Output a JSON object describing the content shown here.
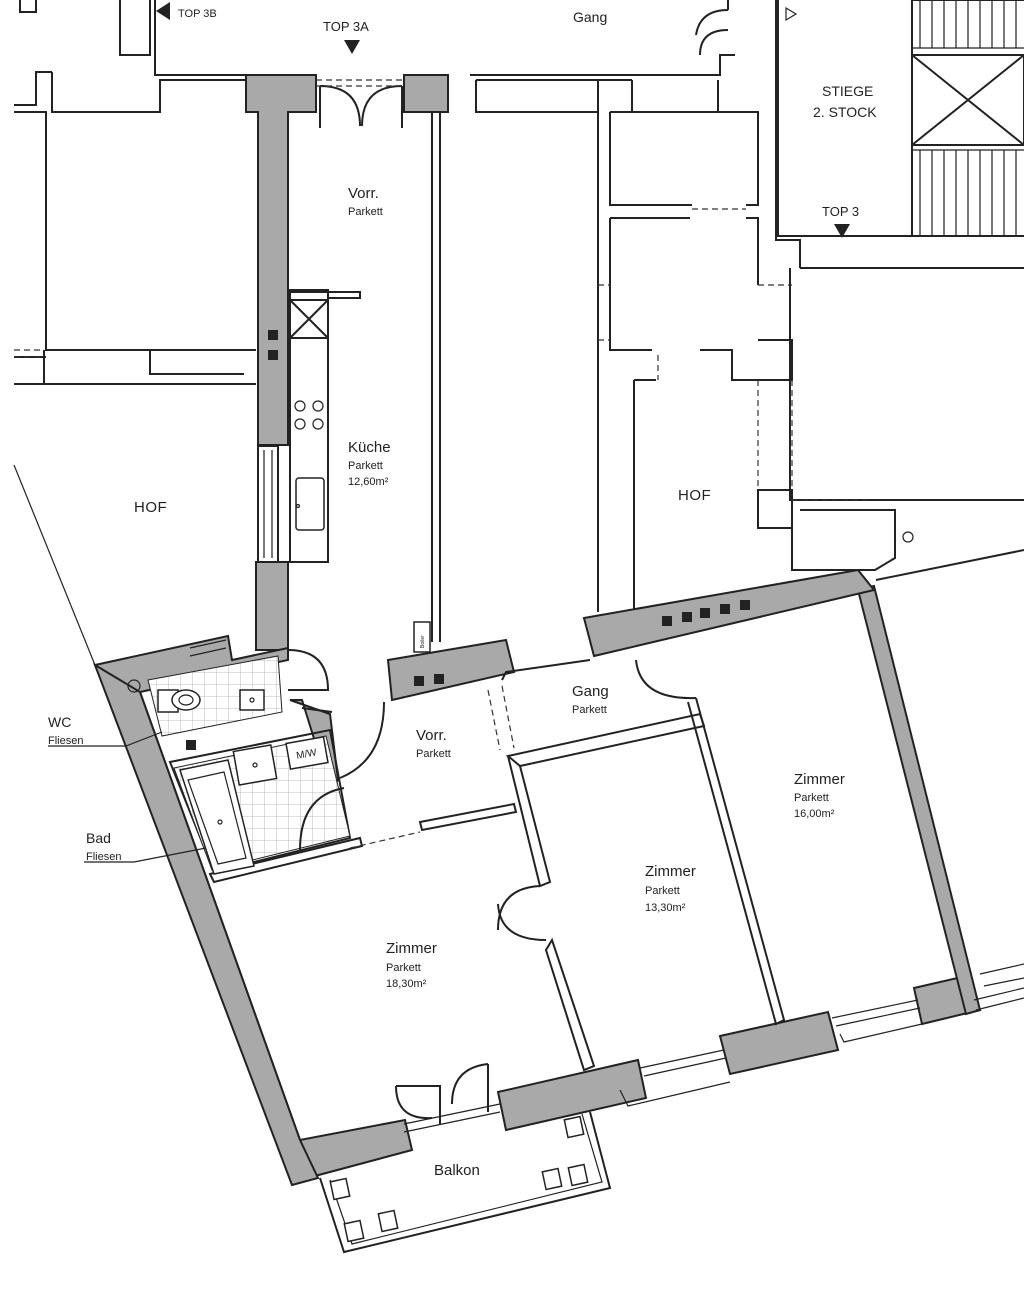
{
  "markers": {
    "top3b": "TOP 3B",
    "top3a": "TOP 3A",
    "top3": "TOP 3",
    "gang_outer": "Gang",
    "stiege_line1": "STIEGE",
    "stiege_line2": "2. STOCK"
  },
  "rooms": {
    "vorr_top": {
      "name": "Vorr.",
      "floor": "Parkett"
    },
    "kueche": {
      "name": "Küche",
      "floor": "Parkett",
      "area": "12,60m²"
    },
    "hof_left": {
      "name": "HOF"
    },
    "hof_right": {
      "name": "HOF"
    },
    "gang_inner": {
      "name": "Gang",
      "floor": "Parkett"
    },
    "vorr_mid": {
      "name": "Vorr.",
      "floor": "Parkett"
    },
    "zimmer_right": {
      "name": "Zimmer",
      "floor": "Parkett",
      "area": "16,00m²"
    },
    "zimmer_mid": {
      "name": "Zimmer",
      "floor": "Parkett",
      "area": "13,30m²"
    },
    "zimmer_left": {
      "name": "Zimmer",
      "floor": "Parkett",
      "area": "18,30m²"
    },
    "balkon": {
      "name": "Balkon"
    }
  },
  "callouts": {
    "wc": {
      "name": "WC",
      "floor": "Fliesen"
    },
    "bad": {
      "name": "Bad",
      "floor": "Fliesen"
    }
  },
  "fixtures": {
    "washer": "M/W",
    "boiler": "Boiler"
  }
}
